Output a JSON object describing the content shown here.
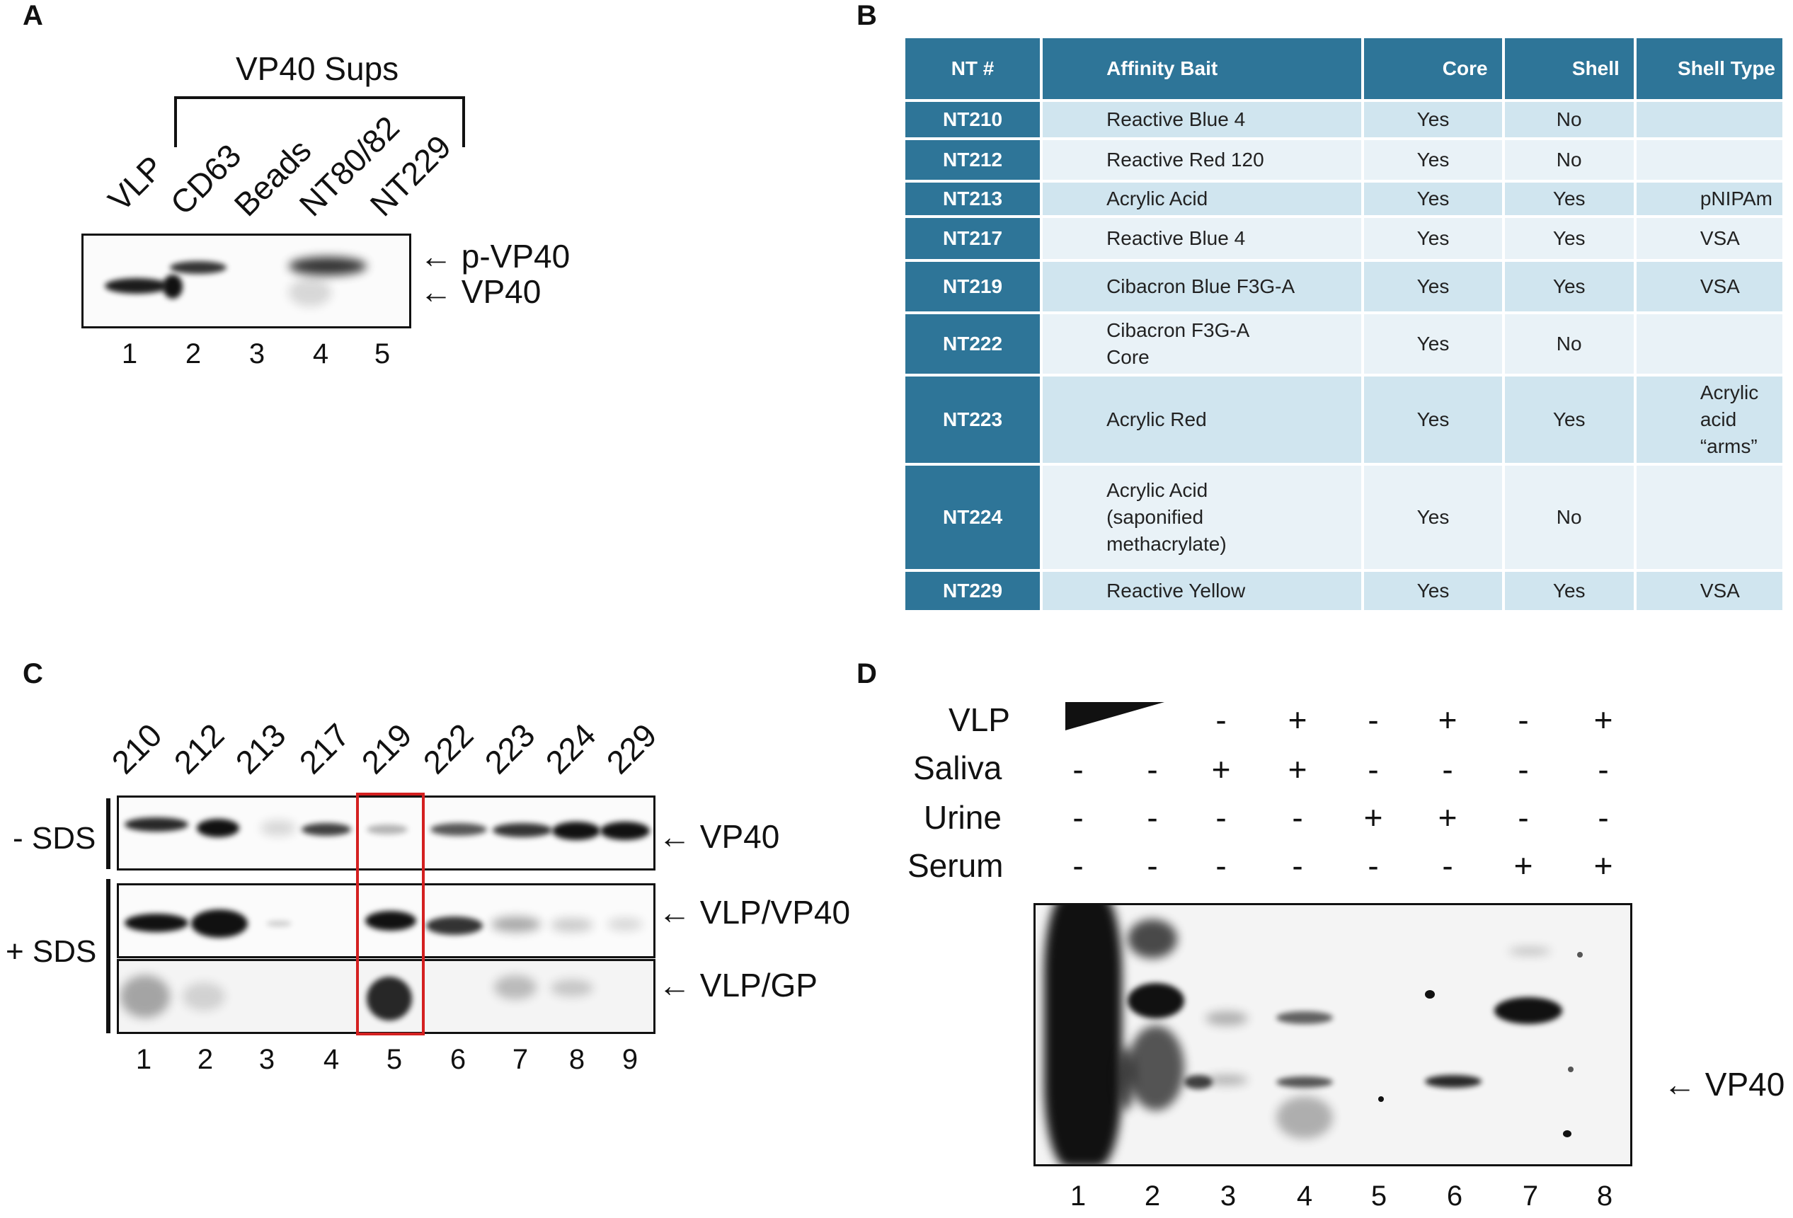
{
  "panels": {
    "A": {
      "letter": "A",
      "bracket_label": "VP40 Sups",
      "lane_headers": [
        "VLP",
        "CD63",
        "Beads",
        "NT80/82",
        "NT229"
      ],
      "lane_numbers": [
        "1",
        "2",
        "3",
        "4",
        "5"
      ],
      "arrow_labels": [
        "← p-VP40",
        "← VP40"
      ]
    },
    "B": {
      "letter": "B",
      "columns": [
        "NT #",
        "Affinity Bait",
        "Core",
        "Shell",
        "Shell Type"
      ],
      "rows": [
        {
          "nt": "NT210",
          "bait": "Reactive Blue 4",
          "core": "Yes",
          "shell": "No",
          "type": ""
        },
        {
          "nt": "NT212",
          "bait": "Reactive Red 120",
          "core": "Yes",
          "shell": "No",
          "type": ""
        },
        {
          "nt": "NT213",
          "bait": "Acrylic Acid",
          "core": "Yes",
          "shell": "Yes",
          "type": "pNIPAm"
        },
        {
          "nt": "NT217",
          "bait": "Reactive Blue 4",
          "core": "Yes",
          "shell": "Yes",
          "type": "VSA"
        },
        {
          "nt": "NT219",
          "bait": "Cibacron Blue F3G-A",
          "core": "Yes",
          "shell": "Yes",
          "type": "VSA"
        },
        {
          "nt": "NT222",
          "bait": "Cibacron F3G-A Core",
          "core": "Yes",
          "shell": "No",
          "type": ""
        },
        {
          "nt": "NT223",
          "bait": "Acrylic Red",
          "core": "Yes",
          "shell": "Yes",
          "type": "Acrylic acid “arms”"
        },
        {
          "nt": "NT224",
          "bait": "Acrylic Acid (saponified methacrylate)",
          "core": "Yes",
          "shell": "No",
          "type": ""
        },
        {
          "nt": "NT229",
          "bait": "Reactive Yellow",
          "core": "Yes",
          "shell": "Yes",
          "type": "VSA"
        }
      ]
    },
    "C": {
      "letter": "C",
      "lane_headers": [
        "210",
        "212",
        "213",
        "217",
        "219",
        "222",
        "223",
        "224",
        "229"
      ],
      "lane_numbers": [
        "1",
        "2",
        "3",
        "4",
        "5",
        "6",
        "7",
        "8",
        "9"
      ],
      "row_labels": [
        "- SDS",
        "+ SDS"
      ],
      "arrow_labels": [
        "← VP40",
        "← VLP/VP40",
        "← VLP/GP"
      ]
    },
    "D": {
      "letter": "D",
      "row_labels": [
        "VLP",
        "Saliva",
        "Urine",
        "Serum"
      ],
      "vlp_row": [
        "",
        "",
        "-",
        "+",
        "-",
        "+",
        "-",
        "+"
      ],
      "saliva_row": [
        "-",
        "-",
        "+",
        "+",
        "-",
        "-",
        "-",
        "-"
      ],
      "urine_row": [
        "-",
        "-",
        "-",
        "-",
        "+",
        "+",
        "-",
        "-"
      ],
      "serum_row": [
        "-",
        "-",
        "-",
        "-",
        "-",
        "-",
        "+",
        "+"
      ],
      "lane_numbers": [
        "1",
        "2",
        "3",
        "4",
        "5",
        "6",
        "7",
        "8"
      ],
      "arrow_label": "← VP40"
    }
  }
}
